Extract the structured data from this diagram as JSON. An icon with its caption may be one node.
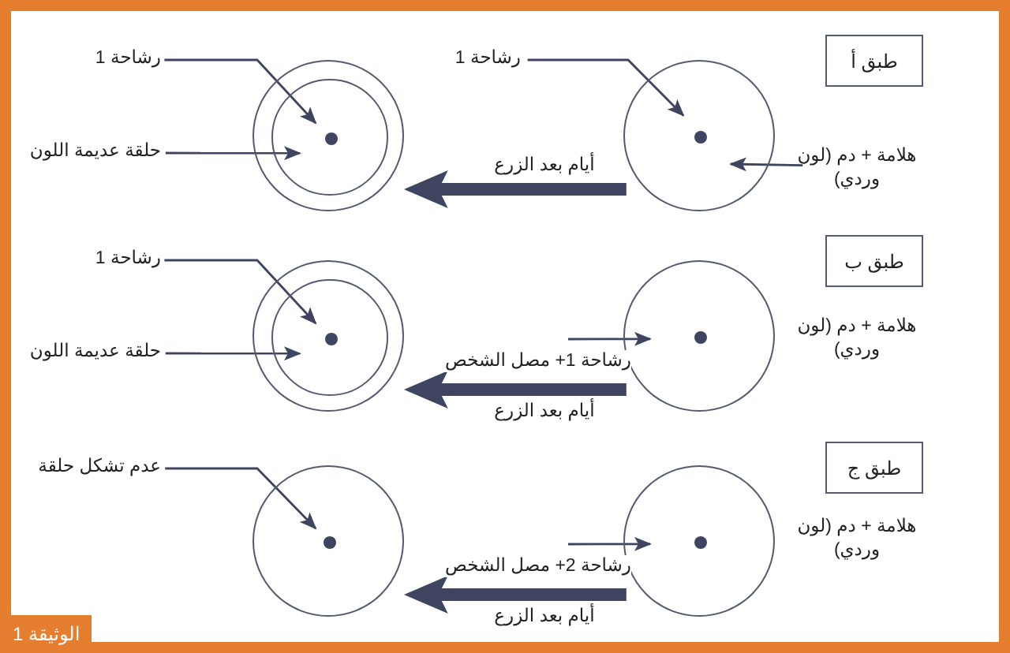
{
  "diagram": {
    "nodes": [
      {
        "text": [
          "طبق أ"
        ]
      },
      {
        "text": [
          "رشاحة 1"
        ]
      },
      {
        "text": [],
        "shape": "circle"
      },
      {
        "text": [],
        "shape": "circle",
        "in": 2
      },
      {
        "text": [],
        "shape": "circle",
        "in": 3
      },
      {
        "text": [
          "حلقة عديمة اللون"
        ]
      },
      {
        "text": [
          "رشاحة 1"
        ]
      },
      {
        "text": [],
        "shape": "circle"
      },
      {
        "text": [],
        "shape": "circle",
        "in": 7
      },
      {
        "text": [
          "هلامة + دم (لون وردي)"
        ]
      },
      {
        "text": [
          "طبق ب"
        ]
      },
      {
        "text": [
          "رشاحة 1"
        ]
      },
      {
        "text": [],
        "shape": "circle"
      },
      {
        "text": [],
        "shape": "circle",
        "in": 12
      },
      {
        "text": [],
        "shape": "circle",
        "in": 13
      },
      {
        "text": [
          "حلقة عديمة اللون"
        ]
      },
      {
        "text": [],
        "shape": "circle"
      },
      {
        "text": [],
        "shape": "circle",
        "in": 16
      },
      {
        "text": [
          "طبق ج"
        ]
      },
      {
        "text": [
          "عدم تشكل حلقة"
        ]
      },
      {
        "text": [],
        "shape": "circle"
      },
      {
        "text": [],
        "shape": "circle",
        "in": 20
      },
      {
        "text": [],
        "shape": "circle"
      },
      {
        "text": [],
        "shape": "circle",
        "in": 22
      }
    ],
    "edges": [
      {
        "from": 1,
        "to": 4,
        "arrow": "to"
      },
      {
        "from": 5,
        "to": 3,
        "arrow": "to"
      },
      {
        "from": 6,
        "to": 8,
        "arrow": "to"
      },
      {
        "from": 9,
        "to": 7,
        "arrow": "to"
      },
      {
        "from": 7,
        "to": 2,
        "arrow": "to",
        "label": "أيام بعد الزرع",
        "style": "thick"
      },
      {
        "from": 11,
        "to": 14,
        "arrow": "to"
      },
      {
        "from": 15,
        "to": 13,
        "arrow": "to"
      },
      {
        "from": null,
        "to": 16,
        "arrow": "to",
        "label": "رشاحة 1+ مصل الشخص"
      },
      {
        "from": 16,
        "to": 12,
        "arrow": "to",
        "label": "أيام بعد الزرع",
        "style": "thick"
      },
      {
        "from": 19,
        "to": 21,
        "arrow": "to"
      },
      {
        "from": null,
        "to": 22,
        "arrow": "to",
        "label": "رشاحة 2+ مصل الشخص"
      },
      {
        "from": 22,
        "to": 20,
        "arrow": "to",
        "label": "أيام بعد الزرع",
        "style": "thick"
      }
    ],
    "labels": [
      "هلامة + دم (لون وردي)",
      "هلامة + دم (لون وردي)",
      "الوثيقة 1"
    ]
  }
}
